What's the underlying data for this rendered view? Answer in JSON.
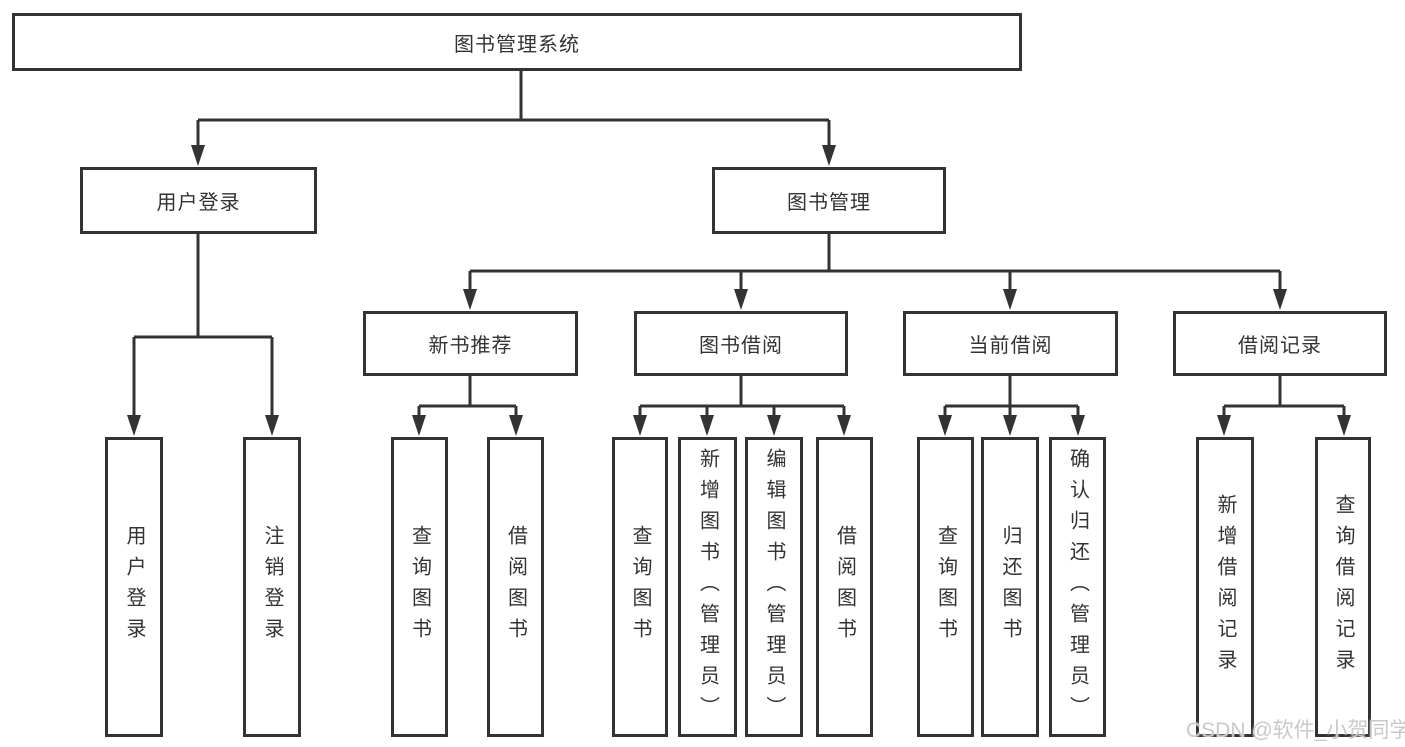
{
  "tree": {
    "root": "图书管理系统",
    "branches": [
      {
        "label": "用户登录",
        "leaves": [
          "用户登录",
          "注销登录"
        ]
      },
      {
        "label": "图书管理",
        "groups": [
          {
            "label": "新书推荐",
            "leaves": [
              "查询图书",
              "借阅图书"
            ]
          },
          {
            "label": "图书借阅",
            "leaves": [
              "查询图书",
              "新增图书（管理员）",
              "编辑图书（管理员）",
              "借阅图书"
            ]
          },
          {
            "label": "当前借阅",
            "leaves": [
              "查询图书",
              "归还图书",
              "确认归还（管理员）"
            ]
          },
          {
            "label": "借阅记录",
            "leaves": [
              "新增借阅记录",
              "查询借阅记录"
            ]
          }
        ]
      }
    ]
  },
  "watermark": "CSDN @软件_小贺同学",
  "colors": {
    "line": "#333333",
    "text": "#333333",
    "box_background": "#ffffff",
    "page_background": "#ffffff",
    "watermark": "#c9c9c9"
  }
}
